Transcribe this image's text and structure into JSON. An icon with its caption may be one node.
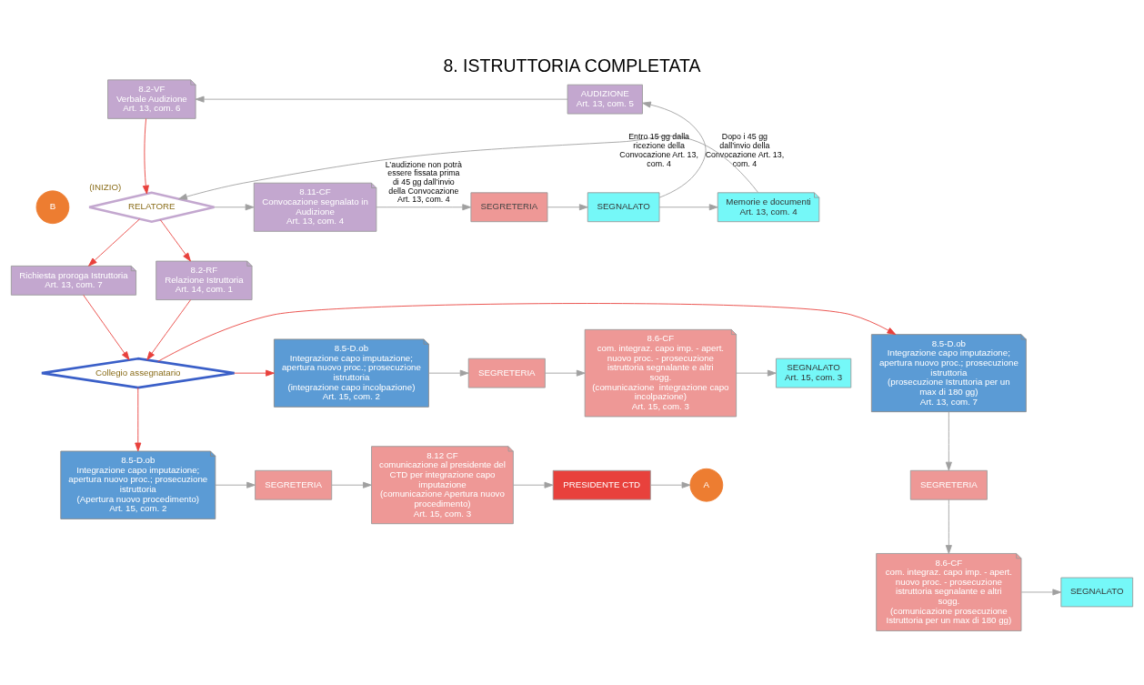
{
  "diagram": {
    "title": "8. ISTRUTTORIA COMPLETATA",
    "nodes": [
      {
        "text": [
          "B"
        ]
      },
      {
        "text": [
          "RELATORE"
        ],
        "beside": [
          "(INIZIO)"
        ]
      },
      {
        "text": [
          "8.11-CF",
          "Convocazione segnalato in Audizione",
          "Art. 13, com. 4"
        ]
      },
      {
        "text": [
          "SEGRETERIA"
        ]
      },
      {
        "text": [
          "SEGNALATO"
        ]
      },
      {
        "text": [
          "Memorie e documenti",
          "Art. 13, com. 4"
        ]
      },
      {
        "text": [
          "AUDIZIONE",
          "Art. 13, com. 5"
        ]
      },
      {
        "text": [
          "8.2-VF",
          "Verbale Audizione",
          "Art. 13, com. 6"
        ]
      },
      {
        "text": [
          "Richiesta proroga Istruttoria",
          "Art. 13, com. 7"
        ]
      },
      {
        "text": [
          "8.2-RF",
          "Relazione Istruttoria",
          "Art. 14, com. 1"
        ]
      },
      {
        "text": [
          "Collegio assegnatario"
        ]
      },
      {
        "text": [
          "8.5-D.ob",
          "Integrazione capo imputazione; apertura nuovo proc.; prosecuzione istruttoria",
          "(prosecuzione Istruttoria per un max di 180 gg)",
          "Art. 13, com. 7"
        ]
      },
      {
        "text": [
          "SEGRETERIA"
        ]
      },
      {
        "text": [
          "8.6-CF",
          "com. integraz. capo imp. - apert.   nuovo proc. - prosecuzione istruttoria segnalante e altri sogg.",
          "(comunicazione prosecuzione Istruttoria per un max di 180 gg)"
        ]
      },
      {
        "text": [
          "SEGNALATO"
        ]
      },
      {
        "text": [
          "8.5-D.ob",
          "Integrazione capo imputazione; apertura nuovo proc.; prosecuzione istruttoria",
          "(integrazione capo incolpazione)",
          "Art. 15, com. 2"
        ]
      },
      {
        "text": [
          "SEGRETERIA"
        ]
      },
      {
        "text": [
          "8.6-CF",
          "com. integraz. capo imp. - apert.   nuovo proc. - prosecuzione istruttoria segnalante e altri sogg.",
          "(comunicazione  integrazione capo incolpazione)",
          "Art. 15, com. 3"
        ]
      },
      {
        "text": [
          "SEGNALATO",
          "Art. 15, com. 3"
        ]
      },
      {
        "text": [
          "8.5-D.ob",
          "Integrazione capo imputazione; apertura nuovo proc.; prosecuzione istruttoria",
          "(Apertura nuovo procedimento)",
          "Art. 15, com. 2"
        ]
      },
      {
        "text": [
          "SEGRETERIA"
        ]
      },
      {
        "text": [
          "8.12 CF",
          "comunicazione al presidente del CTD per integrazione capo imputazione",
          "(comunicazione Apertura nuovo procedimento)",
          "Art. 15, com. 3"
        ]
      },
      {
        "text": [
          "PRESIDENTE CTD"
        ]
      },
      {
        "text": [
          "A"
        ]
      }
    ],
    "edges": [
      {
        "from": 1,
        "to": 2,
        "arrow": "to"
      },
      {
        "from": 2,
        "to": 3,
        "arrow": "to",
        "label": "L’audizione non potrà essere fissata prima di 45 gg dall’invio della Convocazione Art. 13, com. 4"
      },
      {
        "from": 3,
        "to": 4,
        "arrow": "to"
      },
      {
        "from": 4,
        "to": 5,
        "arrow": "to"
      },
      {
        "from": 4,
        "to": 6,
        "arrow": "to",
        "label": "Dopo i 45 gg dall’invio della Convocazione Art. 13, com. 4"
      },
      {
        "from": 6,
        "to": 7,
        "arrow": "to"
      },
      {
        "from": 7,
        "to": 1,
        "arrow": "to",
        "color": "#e8413c"
      },
      {
        "from": 5,
        "to": 1,
        "arrow": "to",
        "label": "Entro 15 gg dalla ricezione della Convocazione Art. 13, com. 4"
      },
      {
        "from": 1,
        "to": 8,
        "arrow": "to",
        "color": "#e8413c"
      },
      {
        "from": 1,
        "to": 9,
        "arrow": "to",
        "color": "#e8413c"
      },
      {
        "from": 8,
        "to": 10,
        "arrow": "to",
        "color": "#e8413c"
      },
      {
        "from": 9,
        "to": 10,
        "arrow": "to",
        "color": "#e8413c"
      },
      {
        "from": 10,
        "to": 11,
        "arrow": "to",
        "color": "#e8413c"
      },
      {
        "from": 10,
        "to": 15,
        "arrow": "to",
        "color": "#e8413c"
      },
      {
        "from": 10,
        "to": 19,
        "arrow": "to",
        "color": "#e8413c"
      },
      {
        "from": 11,
        "to": 12,
        "arrow": "to"
      },
      {
        "from": 12,
        "to": 13,
        "arrow": "to"
      },
      {
        "from": 13,
        "to": 14,
        "arrow": "to"
      },
      {
        "from": 15,
        "to": 16,
        "arrow": "to"
      },
      {
        "from": 16,
        "to": 17,
        "arrow": "to"
      },
      {
        "from": 17,
        "to": 18,
        "arrow": "to"
      },
      {
        "from": 19,
        "to": 20,
        "arrow": "to"
      },
      {
        "from": 20,
        "to": 21,
        "arrow": "to"
      },
      {
        "from": 21,
        "to": 22,
        "arrow": "to"
      },
      {
        "from": 22,
        "to": 23,
        "arrow": "to"
      }
    ]
  }
}
